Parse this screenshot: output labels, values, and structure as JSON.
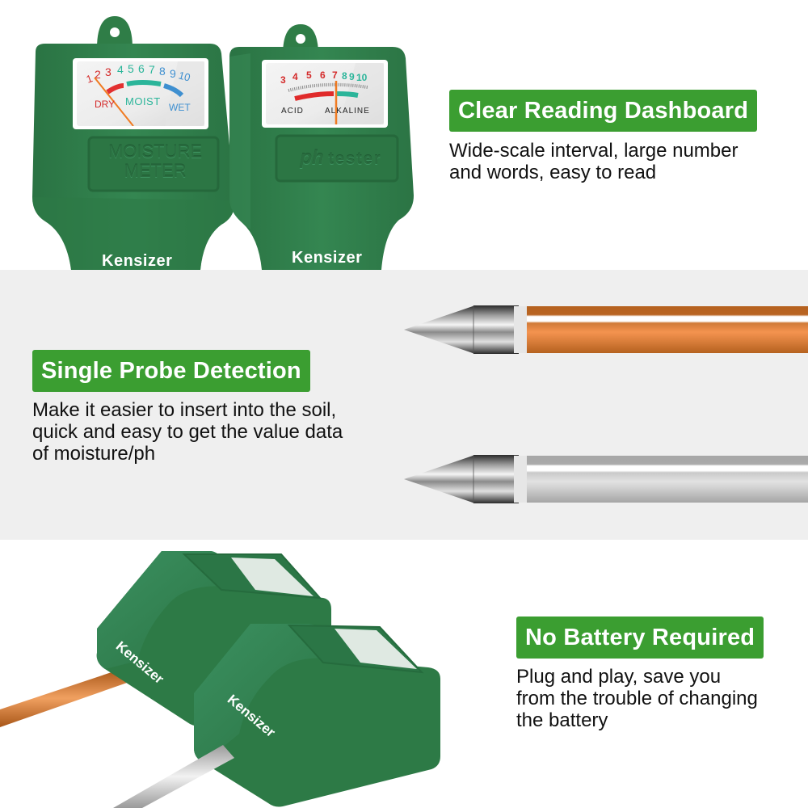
{
  "sections": [
    {
      "title": "Clear Reading Dashboard",
      "description_lines": [
        "Wide-scale interval, large number",
        "and words, easy to read"
      ]
    },
    {
      "title": "Single Probe Detection",
      "description_lines": [
        "Make it easier to insert into the soil,",
        "quick and easy to get the value data",
        "of moisture/ph"
      ]
    },
    {
      "title": "No Battery Required",
      "description_lines": [
        "Plug and play, save you",
        "from the trouble of changing",
        "the battery"
      ]
    }
  ],
  "products": {
    "brand": "Kensizer",
    "moisture_meter": {
      "label_line1": "MOISTURE",
      "label_line2": "METER",
      "scale_numbers": [
        "1",
        "2",
        "3",
        "4",
        "5",
        "6",
        "7",
        "8",
        "9",
        "10"
      ],
      "zone_dry": "DRY",
      "zone_moist": "MOIST",
      "zone_wet": "WET"
    },
    "ph_tester": {
      "label_ph": "ph",
      "label_tester": "tester",
      "scale_numbers": [
        "3",
        "4",
        "5",
        "6",
        "7",
        "8",
        "9",
        "10"
      ],
      "zone_acid": "ACID",
      "zone_alkaline": "ALKALINE"
    }
  },
  "probes": [
    {
      "name": "copper-probe",
      "color": "#c46a28"
    },
    {
      "name": "silver-probe",
      "color": "#c8c8c8"
    }
  ],
  "colors": {
    "badge_green": "#3b9e31",
    "device_green": "#2f7d47",
    "mid_band_bg": "#efefef",
    "dry_red": "#d42a2a",
    "moist_teal": "#2bb59a",
    "wet_blue": "#3e8fd0",
    "needle_orange": "#f07b22"
  }
}
